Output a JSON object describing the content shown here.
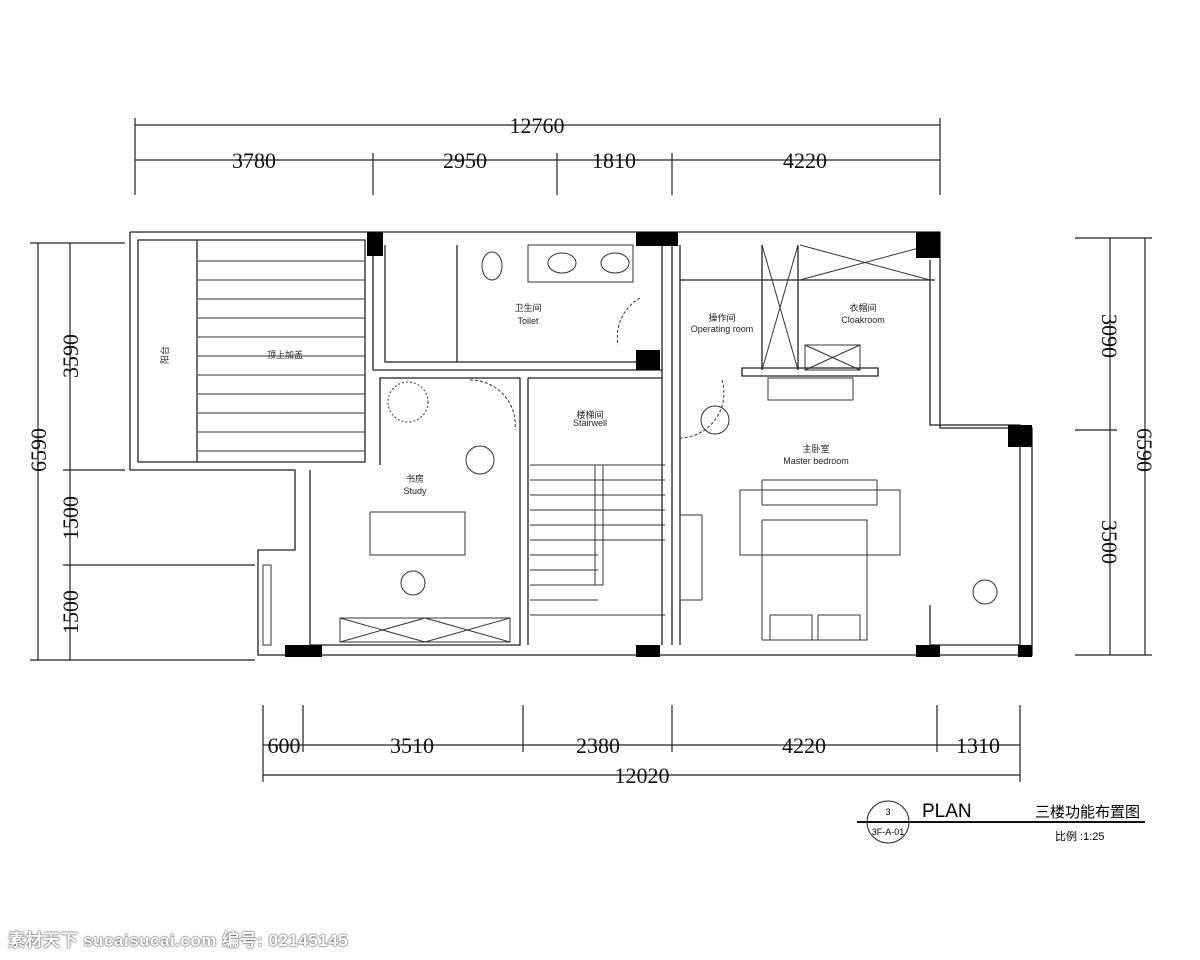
{
  "dimensions": {
    "top_total": "12760",
    "top_segments": [
      "3780",
      "2950",
      "1810",
      "4220"
    ],
    "bottom_total": "12020",
    "bottom_segments": [
      "600",
      "3510",
      "2380",
      "4220",
      "1310"
    ],
    "left_total": "6590",
    "left_segments": [
      "3590",
      "1500",
      "1500"
    ],
    "right_total": "6590",
    "right_segments": [
      "3090",
      "3500"
    ]
  },
  "rooms": {
    "balcony": "阳台",
    "roof_addition": "顶上加盖",
    "toilet_cn": "卫生间",
    "toilet_en": "Toilet",
    "operating_cn": "操作间",
    "operating_en": "Operating room",
    "cloak_cn": "衣帽间",
    "cloak_en": "Cloakroom",
    "stair_cn": "楼梯间",
    "stair_en": "Stairwell",
    "master_cn": "主卧室",
    "master_en": "Master bedroom",
    "study_cn": "书房",
    "study_en": "Study"
  },
  "title_block": {
    "number": "3",
    "sheet": "3F-A-01",
    "title_en": "PLAN",
    "title_cn": "三楼功能布置图",
    "scale": "比例 :1:25"
  },
  "watermark": "素材天下 sucaisucai.com  编号: 02145145"
}
